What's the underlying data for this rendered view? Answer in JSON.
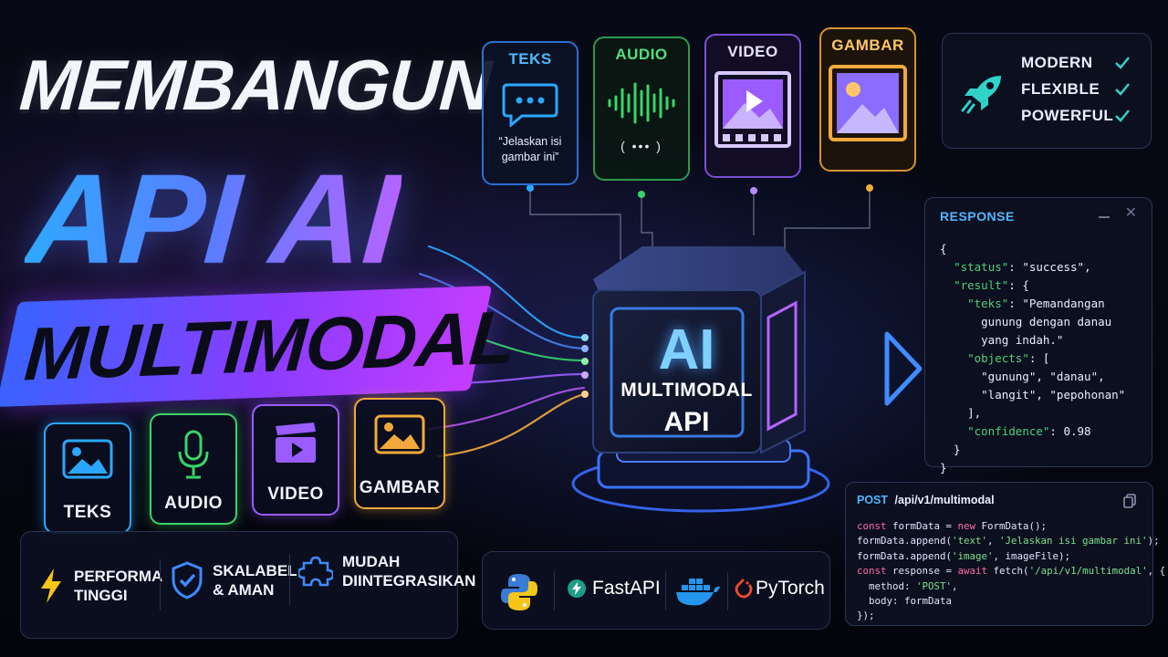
{
  "title": {
    "line1": "MEMBANGUN",
    "line2": "API AI",
    "line3": "MULTIMODAL"
  },
  "modalities_bottom": [
    {
      "label": "TEKS",
      "icon": "image-icon",
      "color": "#2aa8ff"
    },
    {
      "label": "AUDIO",
      "icon": "microphone-icon",
      "color": "#39d46a"
    },
    {
      "label": "VIDEO",
      "icon": "clapperboard-icon",
      "color": "#9a5cff"
    },
    {
      "label": "GAMBAR",
      "icon": "image-icon",
      "color": "#f2a93b"
    }
  ],
  "features": [
    {
      "text_1": "PERFORMA",
      "text_2": "TINGGI",
      "icon": "lightning-icon",
      "color": "#f5c518"
    },
    {
      "text_1": "SKALABEL",
      "text_2": "& AMAN",
      "icon": "shield-check-icon",
      "color": "#3d8bff"
    },
    {
      "text_1": "MUDAH",
      "text_2": "DIINTEGRASIKAN",
      "icon": "puzzle-icon",
      "color": "#3d8bff"
    }
  ],
  "inputs": [
    {
      "label": "TEKS",
      "icon": "chat-icon",
      "caption": "“Jelaskan isi\ngambar ini”",
      "color": "#2aa8ff"
    },
    {
      "label": "AUDIO",
      "icon": "waveform-icon",
      "caption": "( ••• )",
      "color": "#39d46a"
    },
    {
      "label": "VIDEO",
      "icon": "video-frame-icon",
      "caption": "",
      "color": "#9a5cff"
    },
    {
      "label": "GAMBAR",
      "icon": "image-icon",
      "caption": "",
      "color": "#f2a93b"
    }
  ],
  "core": {
    "line1": "AI",
    "line2": "MULTIMODAL",
    "line3": "API"
  },
  "tags": [
    {
      "label": "MODERN",
      "icon": "check-icon"
    },
    {
      "label": "FLEXIBLE",
      "icon": "check-icon"
    },
    {
      "label": "POWERFUL",
      "icon": "check-icon"
    }
  ],
  "response": {
    "title": "RESPONSE",
    "lines": [
      "{",
      "  \"status\": \"success\",",
      "  \"result\": {",
      "    \"teks\": \"Pemandangan",
      "      gunung dengan danau",
      "      yang indah.\"",
      "    \"objects\": [",
      "      \"gunung\", \"danau\",",
      "      \"langit\", \"pepohonan\"",
      "    ],",
      "    \"confidence\": 0.98",
      "  }",
      "}"
    ]
  },
  "code": {
    "method": "POST",
    "endpoint": "/api/v1/multimodal",
    "lines": [
      "const formData = new FormData();",
      "formData.append('text', 'Jelaskan isi gambar ini');",
      "formData.append('image', imageFile);",
      "const response = await fetch('/api/v1/multimodal', {",
      "  method: 'POST',",
      "  body: formData",
      "});"
    ]
  },
  "tech": [
    {
      "name": "",
      "icon": "python-icon"
    },
    {
      "name": "FastAPI",
      "icon": "fastapi-icon"
    },
    {
      "name": "",
      "icon": "docker-icon"
    },
    {
      "name": "PyTorch",
      "icon": "pytorch-icon"
    }
  ],
  "colors": {
    "accent_blue": "#2aa8ff",
    "accent_purple": "#9a5cff",
    "accent_green": "#39d46a",
    "accent_orange": "#f2a93b",
    "check": "#2fd3c8",
    "json_key": "#4fd17a",
    "json_str": "#e8f0ff"
  }
}
